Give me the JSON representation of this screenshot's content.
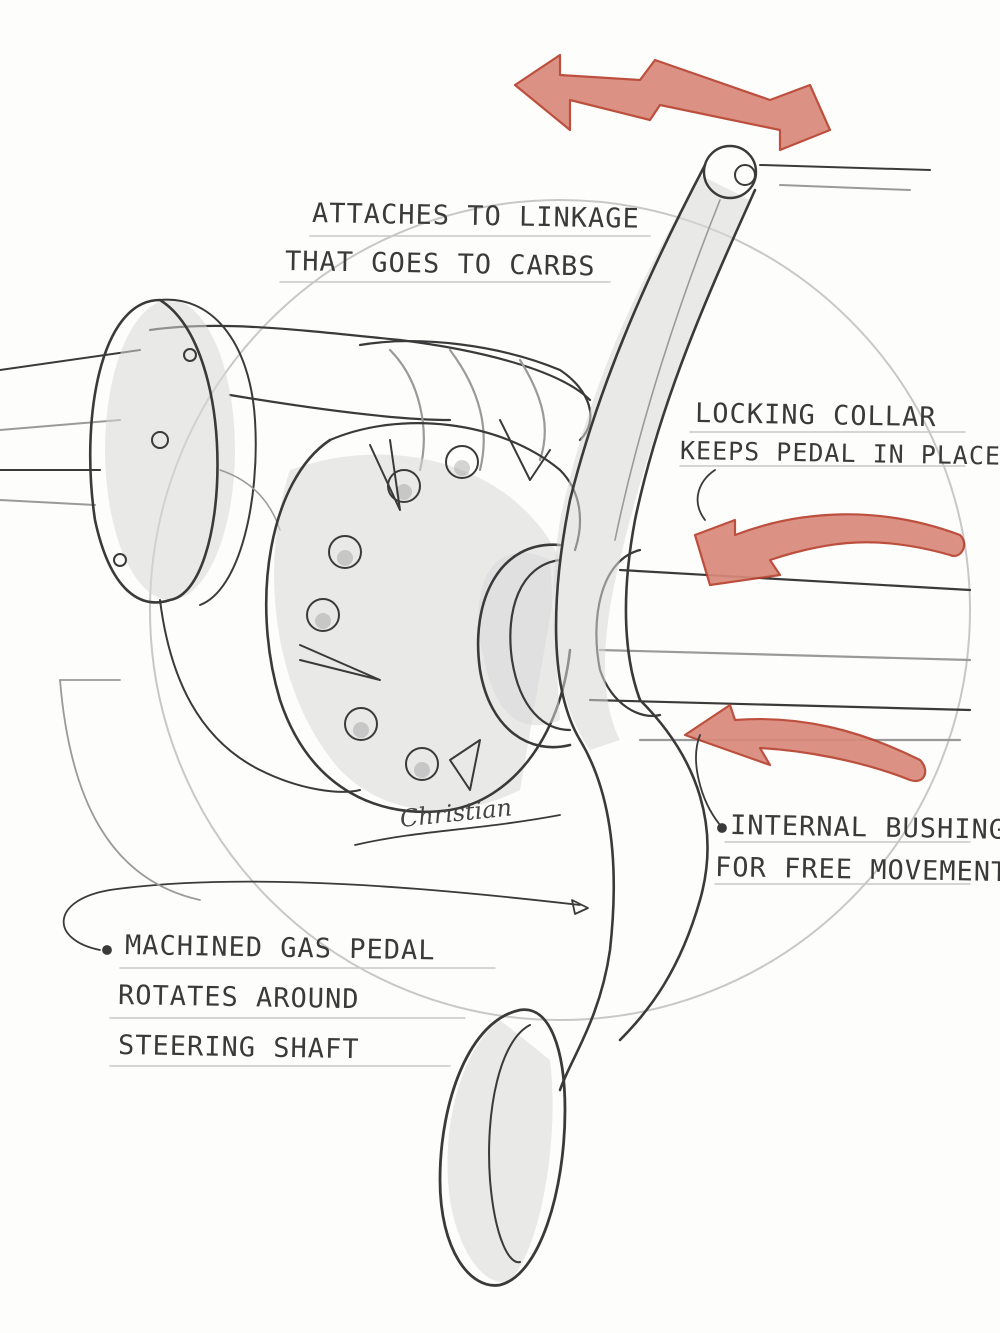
{
  "annotations": {
    "linkage": [
      "ATTACHES TO LINKAGE",
      "THAT GOES TO CARBS"
    ],
    "collar": [
      "LOCKING COLLAR",
      "KEEPS PEDAL IN PLACE"
    ],
    "bushing": [
      "INTERNAL BUSHING",
      "FOR FREE MOVEMENT"
    ],
    "pedal": [
      "MACHINED GAS PEDAL",
      "ROTATES AROUND",
      "STEERING SHAFT"
    ]
  },
  "signature": "Christian",
  "colors": {
    "pencil": "#3a3a3a",
    "red_pencil": "#b8412e",
    "paper": "#fdfdfb"
  }
}
